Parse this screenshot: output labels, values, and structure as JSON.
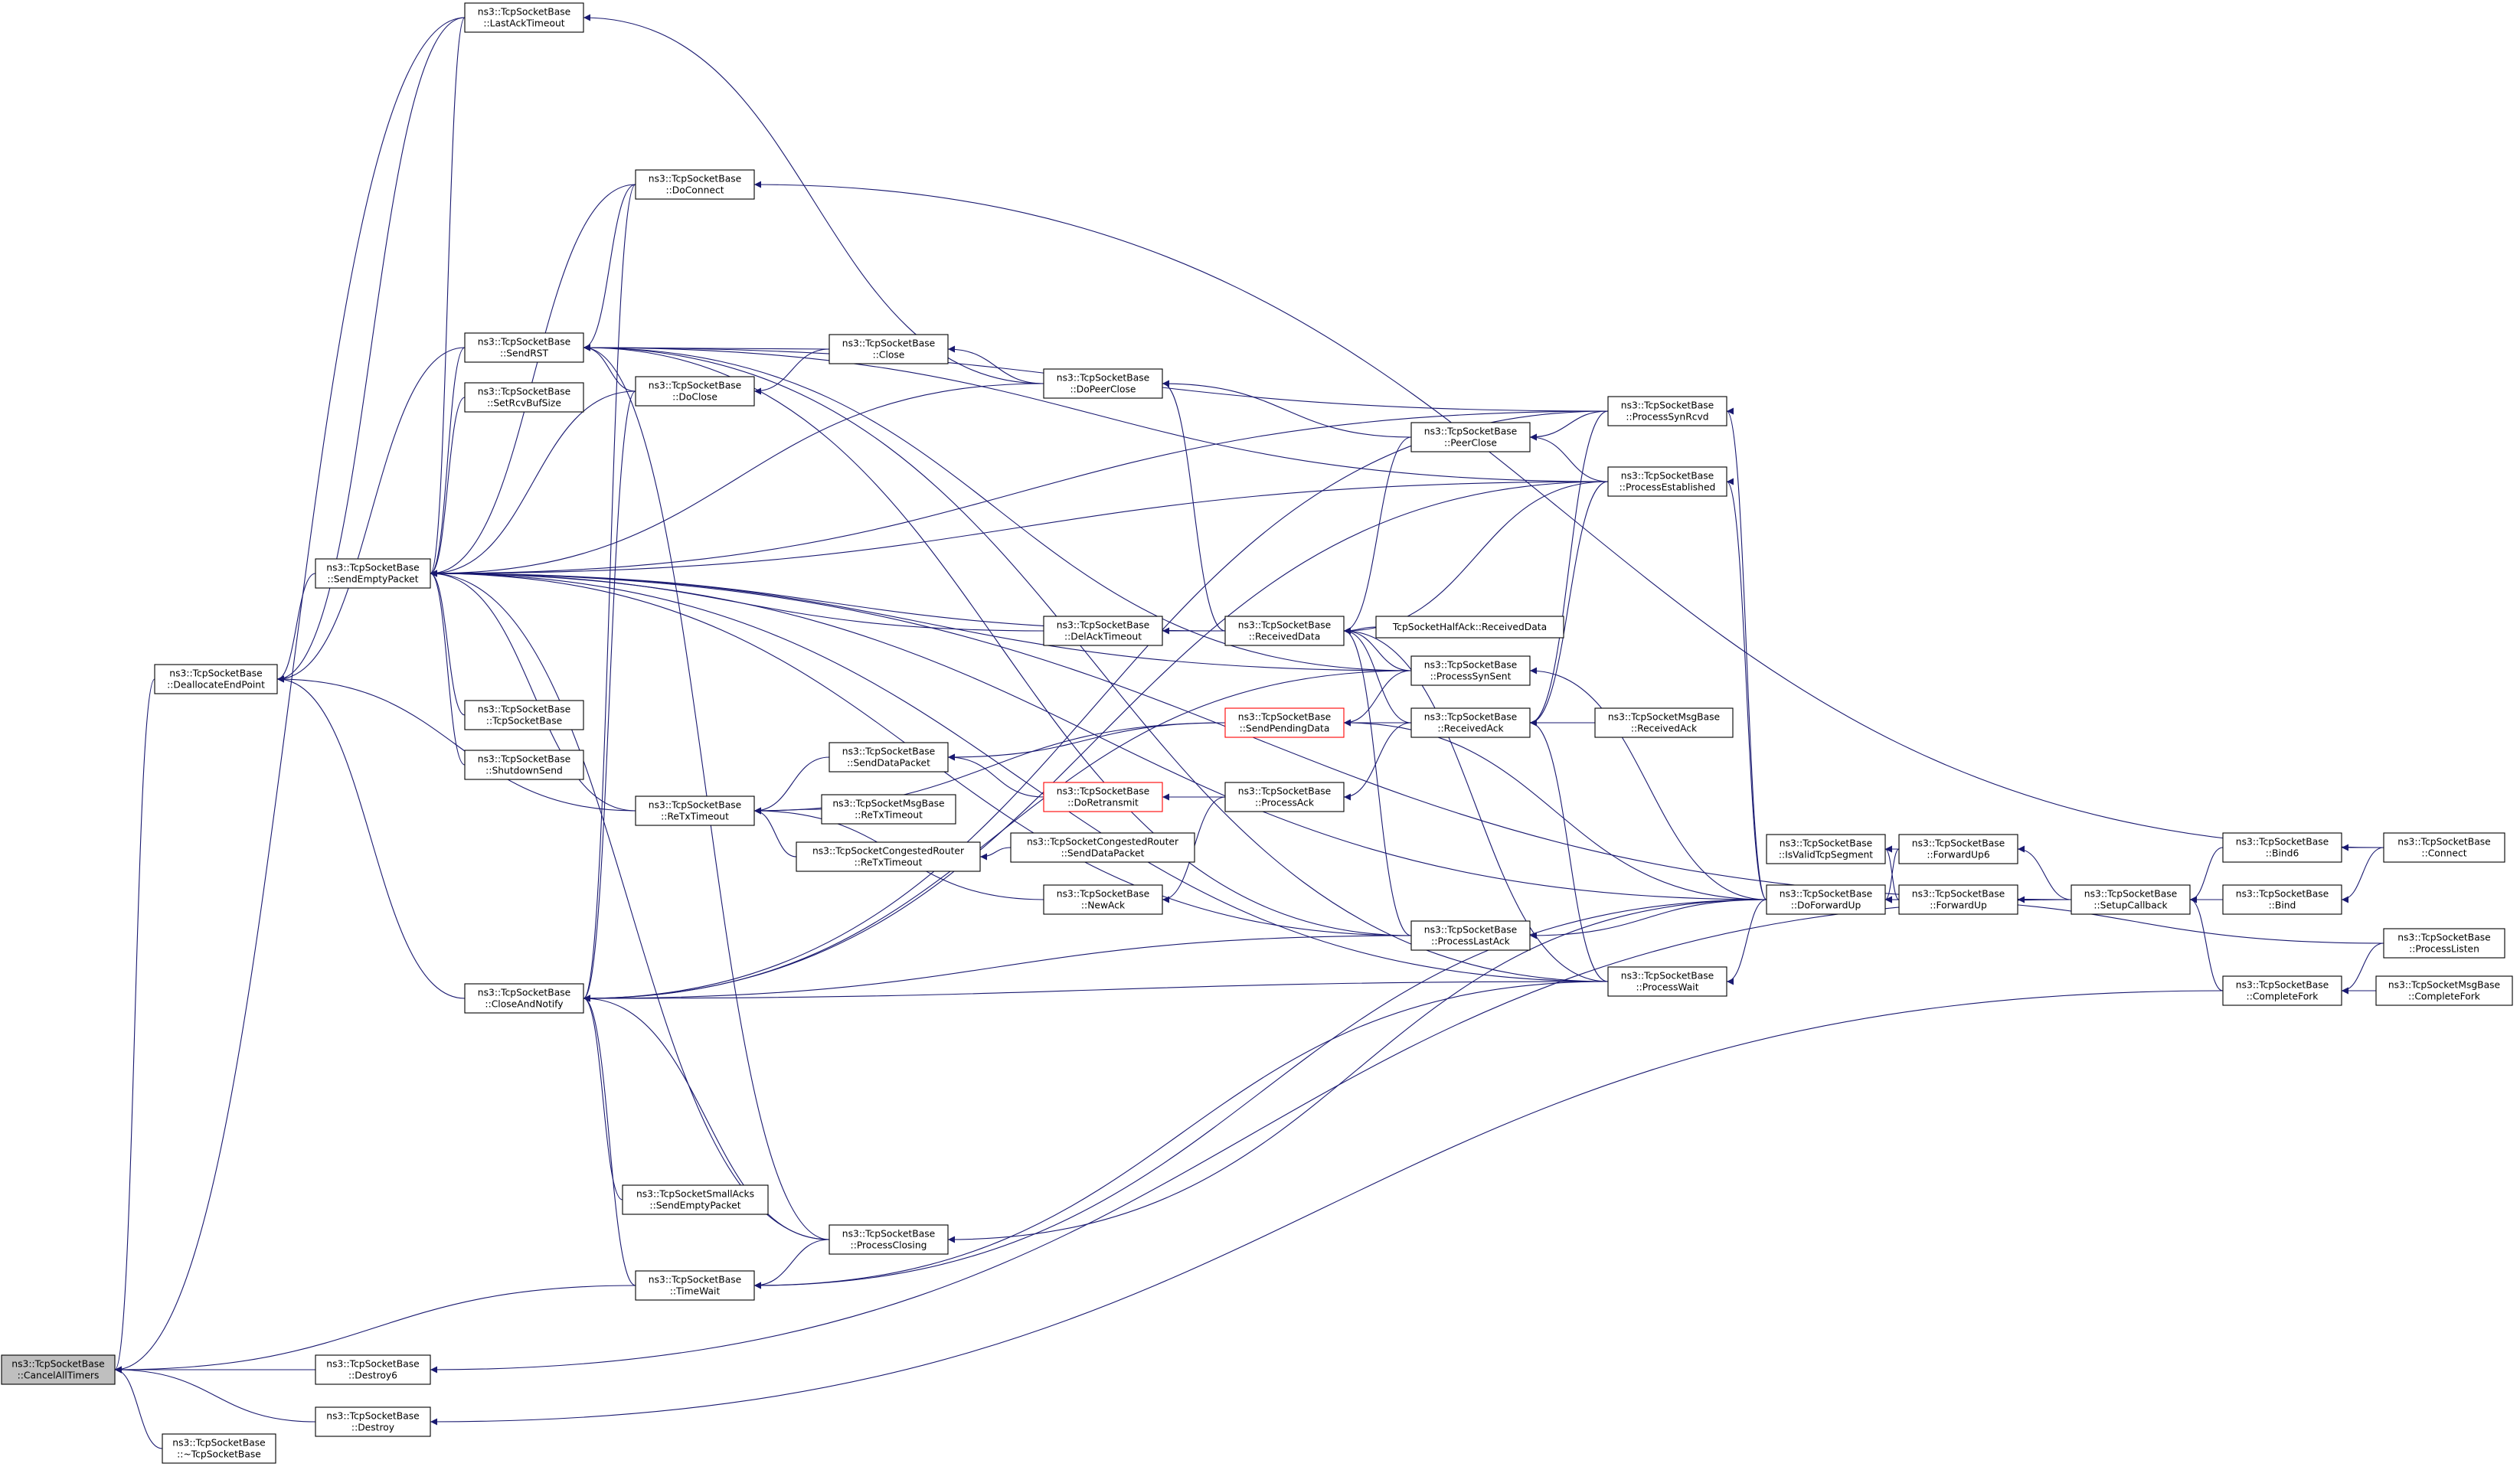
{
  "diagram": {
    "nodes": [
      {
        "id": "cancelalltimers",
        "label": "ns3::TcpSocketBase\n::CancelAllTimers",
        "root": true
      },
      {
        "id": "lastacktimeout",
        "label": "ns3::TcpSocketBase\n::LastAckTimeout"
      },
      {
        "id": "deallocateendpoint",
        "label": "ns3::TcpSocketBase\n::DeallocateEndPoint"
      },
      {
        "id": "sendemptypacket",
        "label": "ns3::TcpSocketBase\n::SendEmptyPacket"
      },
      {
        "id": "sendrst",
        "label": "ns3::TcpSocketBase\n::SendRST"
      },
      {
        "id": "setrcvbufsize",
        "label": "ns3::TcpSocketBase\n::SetRcvBufSize"
      },
      {
        "id": "tcpsocketbase-ctor",
        "label": "ns3::TcpSocketBase\n::TcpSocketBase"
      },
      {
        "id": "shutdownsend",
        "label": "ns3::TcpSocketBase\n::ShutdownSend"
      },
      {
        "id": "closeandnotify",
        "label": "ns3::TcpSocketBase\n::CloseAndNotify"
      },
      {
        "id": "timewait",
        "label": "ns3::TcpSocketBase\n::TimeWait"
      },
      {
        "id": "destroy6",
        "label": "ns3::TcpSocketBase\n::Destroy6"
      },
      {
        "id": "destroy",
        "label": "ns3::TcpSocketBase\n::Destroy"
      },
      {
        "id": "destructor",
        "label": "ns3::TcpSocketBase\n::~TcpSocketBase"
      },
      {
        "id": "doconnect",
        "label": "ns3::TcpSocketBase\n::DoConnect"
      },
      {
        "id": "doclose",
        "label": "ns3::TcpSocketBase\n::DoClose"
      },
      {
        "id": "retxtimeout",
        "label": "ns3::TcpSocketBase\n::ReTxTimeout"
      },
      {
        "id": "tcpsocketsmallacks-sendemptypacket",
        "label": "ns3::TcpSocketSmallAcks\n::SendEmptyPacket"
      },
      {
        "id": "processclosing",
        "label": "ns3::TcpSocketBase\n::ProcessClosing"
      },
      {
        "id": "close",
        "label": "ns3::TcpSocketBase\n::Close"
      },
      {
        "id": "senddatapacket",
        "label": "ns3::TcpSocketBase\n::SendDataPacket"
      },
      {
        "id": "tcpsocketmsgbase-retxtimeout",
        "label": "ns3::TcpSocketMsgBase\n::ReTxTimeout"
      },
      {
        "id": "congestedrouter-retxtimeout",
        "label": "ns3::TcpSocketCongestedRouter\n::ReTxTimeout"
      },
      {
        "id": "congestedrouter-senddatapacket",
        "label": "ns3::TcpSocketCongestedRouter\n::SendDataPacket"
      },
      {
        "id": "dopeerclose",
        "label": "ns3::TcpSocketBase\n::DoPeerClose"
      },
      {
        "id": "delacktimeout",
        "label": "ns3::TcpSocketBase\n::DelAckTimeout"
      },
      {
        "id": "doretransmit",
        "label": "ns3::TcpSocketBase\n::DoRetransmit",
        "red": true
      },
      {
        "id": "newack",
        "label": "ns3::TcpSocketBase\n::NewAck"
      },
      {
        "id": "receiveddata",
        "label": "ns3::TcpSocketBase\n::ReceivedData"
      },
      {
        "id": "sendpendingdata",
        "label": "ns3::TcpSocketBase\n::SendPendingData",
        "red": true
      },
      {
        "id": "processack",
        "label": "ns3::TcpSocketBase\n::ProcessAck"
      },
      {
        "id": "halfack-receiveddata",
        "label": "TcpSocketHalfAck::ReceivedData"
      },
      {
        "id": "peerclose",
        "label": "ns3::TcpSocketBase\n::PeerClose"
      },
      {
        "id": "processsynsent",
        "label": "ns3::TcpSocketBase\n::ProcessSynSent"
      },
      {
        "id": "receivedack",
        "label": "ns3::TcpSocketBase\n::ReceivedAck"
      },
      {
        "id": "processlastack",
        "label": "ns3::TcpSocketBase\n::ProcessLastAck"
      },
      {
        "id": "processsynrcvd",
        "label": "ns3::TcpSocketBase\n::ProcessSynRcvd"
      },
      {
        "id": "processestablished",
        "label": "ns3::TcpSocketBase\n::ProcessEstablished"
      },
      {
        "id": "processwait",
        "label": "ns3::TcpSocketBase\n::ProcessWait"
      },
      {
        "id": "tcpsocketmsgbase-receivedack",
        "label": "ns3::TcpSocketMsgBase\n::ReceivedAck"
      },
      {
        "id": "isvalidtcpsegment",
        "label": "ns3::TcpSocketBase\n::IsValidTcpSegment"
      },
      {
        "id": "doforwardup",
        "label": "ns3::TcpSocketBase\n::DoForwardUp"
      },
      {
        "id": "forwardup6",
        "label": "ns3::TcpSocketBase\n::ForwardUp6"
      },
      {
        "id": "forwardup",
        "label": "ns3::TcpSocketBase\n::ForwardUp"
      },
      {
        "id": "setupcallback",
        "label": "ns3::TcpSocketBase\n::SetupCallback"
      },
      {
        "id": "bind6",
        "label": "ns3::TcpSocketBase\n::Bind6"
      },
      {
        "id": "bind",
        "label": "ns3::TcpSocketBase\n::Bind"
      },
      {
        "id": "completefork",
        "label": "ns3::TcpSocketBase\n::CompleteFork"
      },
      {
        "id": "connect",
        "label": "ns3::TcpSocketBase\n::Connect"
      },
      {
        "id": "processlisten",
        "label": "ns3::TcpSocketBase\n::ProcessListen"
      },
      {
        "id": "tcpsocketmsgbase-completefork",
        "label": "ns3::TcpSocketMsgBase\n::CompleteFork"
      }
    ],
    "edges": [
      [
        "cancelalltimers",
        "lastacktimeout"
      ],
      [
        "cancelalltimers",
        "deallocateendpoint"
      ],
      [
        "cancelalltimers",
        "timewait"
      ],
      [
        "cancelalltimers",
        "destroy6"
      ],
      [
        "cancelalltimers",
        "destroy"
      ],
      [
        "cancelalltimers",
        "destructor"
      ],
      [
        "lastacktimeout",
        "dopeerclose"
      ],
      [
        "deallocateendpoint",
        "lastacktimeout"
      ],
      [
        "deallocateendpoint",
        "sendemptypacket"
      ],
      [
        "deallocateendpoint",
        "sendrst"
      ],
      [
        "deallocateendpoint",
        "closeandnotify"
      ],
      [
        "deallocateendpoint",
        "retxtimeout"
      ],
      [
        "sendemptypacket",
        "lastacktimeout"
      ],
      [
        "sendemptypacket",
        "sendrst"
      ],
      [
        "sendemptypacket",
        "setrcvbufsize"
      ],
      [
        "sendemptypacket",
        "tcpsocketbase-ctor"
      ],
      [
        "sendemptypacket",
        "shutdownsend"
      ],
      [
        "sendemptypacket",
        "doconnect"
      ],
      [
        "sendemptypacket",
        "doclose"
      ],
      [
        "sendemptypacket",
        "retxtimeout"
      ],
      [
        "sendemptypacket",
        "processclosing"
      ],
      [
        "sendemptypacket",
        "dopeerclose"
      ],
      [
        "sendemptypacket",
        "delacktimeout"
      ],
      [
        "sendemptypacket",
        "receiveddata"
      ],
      [
        "sendemptypacket",
        "processsynsent"
      ],
      [
        "sendemptypacket",
        "processsynrcvd"
      ],
      [
        "sendemptypacket",
        "processestablished"
      ],
      [
        "sendemptypacket",
        "processlastack"
      ],
      [
        "sendemptypacket",
        "processwait"
      ],
      [
        "sendemptypacket",
        "doforwardup"
      ],
      [
        "sendemptypacket",
        "setupcallback"
      ],
      [
        "sendrst",
        "doconnect"
      ],
      [
        "sendrst",
        "doclose"
      ],
      [
        "sendrst",
        "close"
      ],
      [
        "sendrst",
        "processsynsent"
      ],
      [
        "sendrst",
        "processsynrcvd"
      ],
      [
        "sendrst",
        "processestablished"
      ],
      [
        "sendrst",
        "processclosing"
      ],
      [
        "sendrst",
        "processlastack"
      ],
      [
        "sendrst",
        "processwait"
      ],
      [
        "closeandnotify",
        "doconnect"
      ],
      [
        "closeandnotify",
        "doclose"
      ],
      [
        "closeandnotify",
        "timewait"
      ],
      [
        "closeandnotify",
        "tcpsocketsmallacks-sendemptypacket"
      ],
      [
        "closeandnotify",
        "processclosing"
      ],
      [
        "closeandnotify",
        "processlastack"
      ],
      [
        "closeandnotify",
        "processwait"
      ],
      [
        "closeandnotify",
        "processsynrcvd"
      ],
      [
        "closeandnotify",
        "processestablished"
      ],
      [
        "closeandnotify",
        "processsynsent"
      ],
      [
        "timewait",
        "processclosing"
      ],
      [
        "timewait",
        "processwait"
      ],
      [
        "timewait",
        "doforwardup"
      ],
      [
        "destroy6",
        "setupcallback"
      ],
      [
        "destroy",
        "completefork"
      ],
      [
        "doconnect",
        "connect"
      ],
      [
        "doclose",
        "close"
      ],
      [
        "retxtimeout",
        "sendpendingdata"
      ],
      [
        "retxtimeout",
        "senddatapacket"
      ],
      [
        "retxtimeout",
        "tcpsocketmsgbase-retxtimeout"
      ],
      [
        "retxtimeout",
        "congestedrouter-retxtimeout"
      ],
      [
        "retxtimeout",
        "newack"
      ],
      [
        "processclosing",
        "doforwardup"
      ],
      [
        "close",
        "dopeerclose"
      ],
      [
        "senddatapacket",
        "sendpendingdata"
      ],
      [
        "senddatapacket",
        "doretransmit"
      ],
      [
        "congestedrouter-retxtimeout",
        "congestedrouter-senddatapacket"
      ],
      [
        "dopeerclose",
        "peerclose"
      ],
      [
        "dopeerclose",
        "receiveddata"
      ],
      [
        "delacktimeout",
        "receiveddata"
      ],
      [
        "doretransmit",
        "processack"
      ],
      [
        "newack",
        "processack"
      ],
      [
        "receiveddata",
        "halfack-receiveddata"
      ],
      [
        "receiveddata",
        "peerclose"
      ],
      [
        "receiveddata",
        "processsynsent"
      ],
      [
        "receiveddata",
        "receivedack"
      ],
      [
        "receiveddata",
        "processlastack"
      ],
      [
        "receiveddata",
        "processestablished"
      ],
      [
        "receiveddata",
        "processwait"
      ],
      [
        "sendpendingdata",
        "receivedack"
      ],
      [
        "sendpendingdata",
        "processsynsent"
      ],
      [
        "sendpendingdata",
        "doforwardup"
      ],
      [
        "processack",
        "receivedack"
      ],
      [
        "peerclose",
        "processsynrcvd"
      ],
      [
        "peerclose",
        "processestablished"
      ],
      [
        "processsynsent",
        "doforwardup"
      ],
      [
        "receivedack",
        "tcpsocketmsgbase-receivedack"
      ],
      [
        "receivedack",
        "processsynrcvd"
      ],
      [
        "receivedack",
        "processestablished"
      ],
      [
        "receivedack",
        "processwait"
      ],
      [
        "processlastack",
        "doforwardup"
      ],
      [
        "processsynrcvd",
        "doforwardup"
      ],
      [
        "processestablished",
        "doforwardup"
      ],
      [
        "processwait",
        "doforwardup"
      ],
      [
        "isvalidtcpsegment",
        "forwardup6"
      ],
      [
        "isvalidtcpsegment",
        "forwardup"
      ],
      [
        "doforwardup",
        "forwardup6"
      ],
      [
        "doforwardup",
        "forwardup"
      ],
      [
        "doforwardup",
        "processlisten"
      ],
      [
        "forwardup6",
        "setupcallback"
      ],
      [
        "forwardup",
        "setupcallback"
      ],
      [
        "setupcallback",
        "bind6"
      ],
      [
        "setupcallback",
        "bind"
      ],
      [
        "setupcallback",
        "completefork"
      ],
      [
        "bind6",
        "connect"
      ],
      [
        "bind",
        "connect"
      ],
      [
        "completefork",
        "processlisten"
      ],
      [
        "completefork",
        "tcpsocketmsgbase-completefork"
      ]
    ],
    "colors": {
      "edge": "#191970",
      "node_border": "#000000",
      "node_fill": "#ffffff",
      "root_fill": "#bfbfbf",
      "highlight_border": "#ff0000"
    }
  }
}
